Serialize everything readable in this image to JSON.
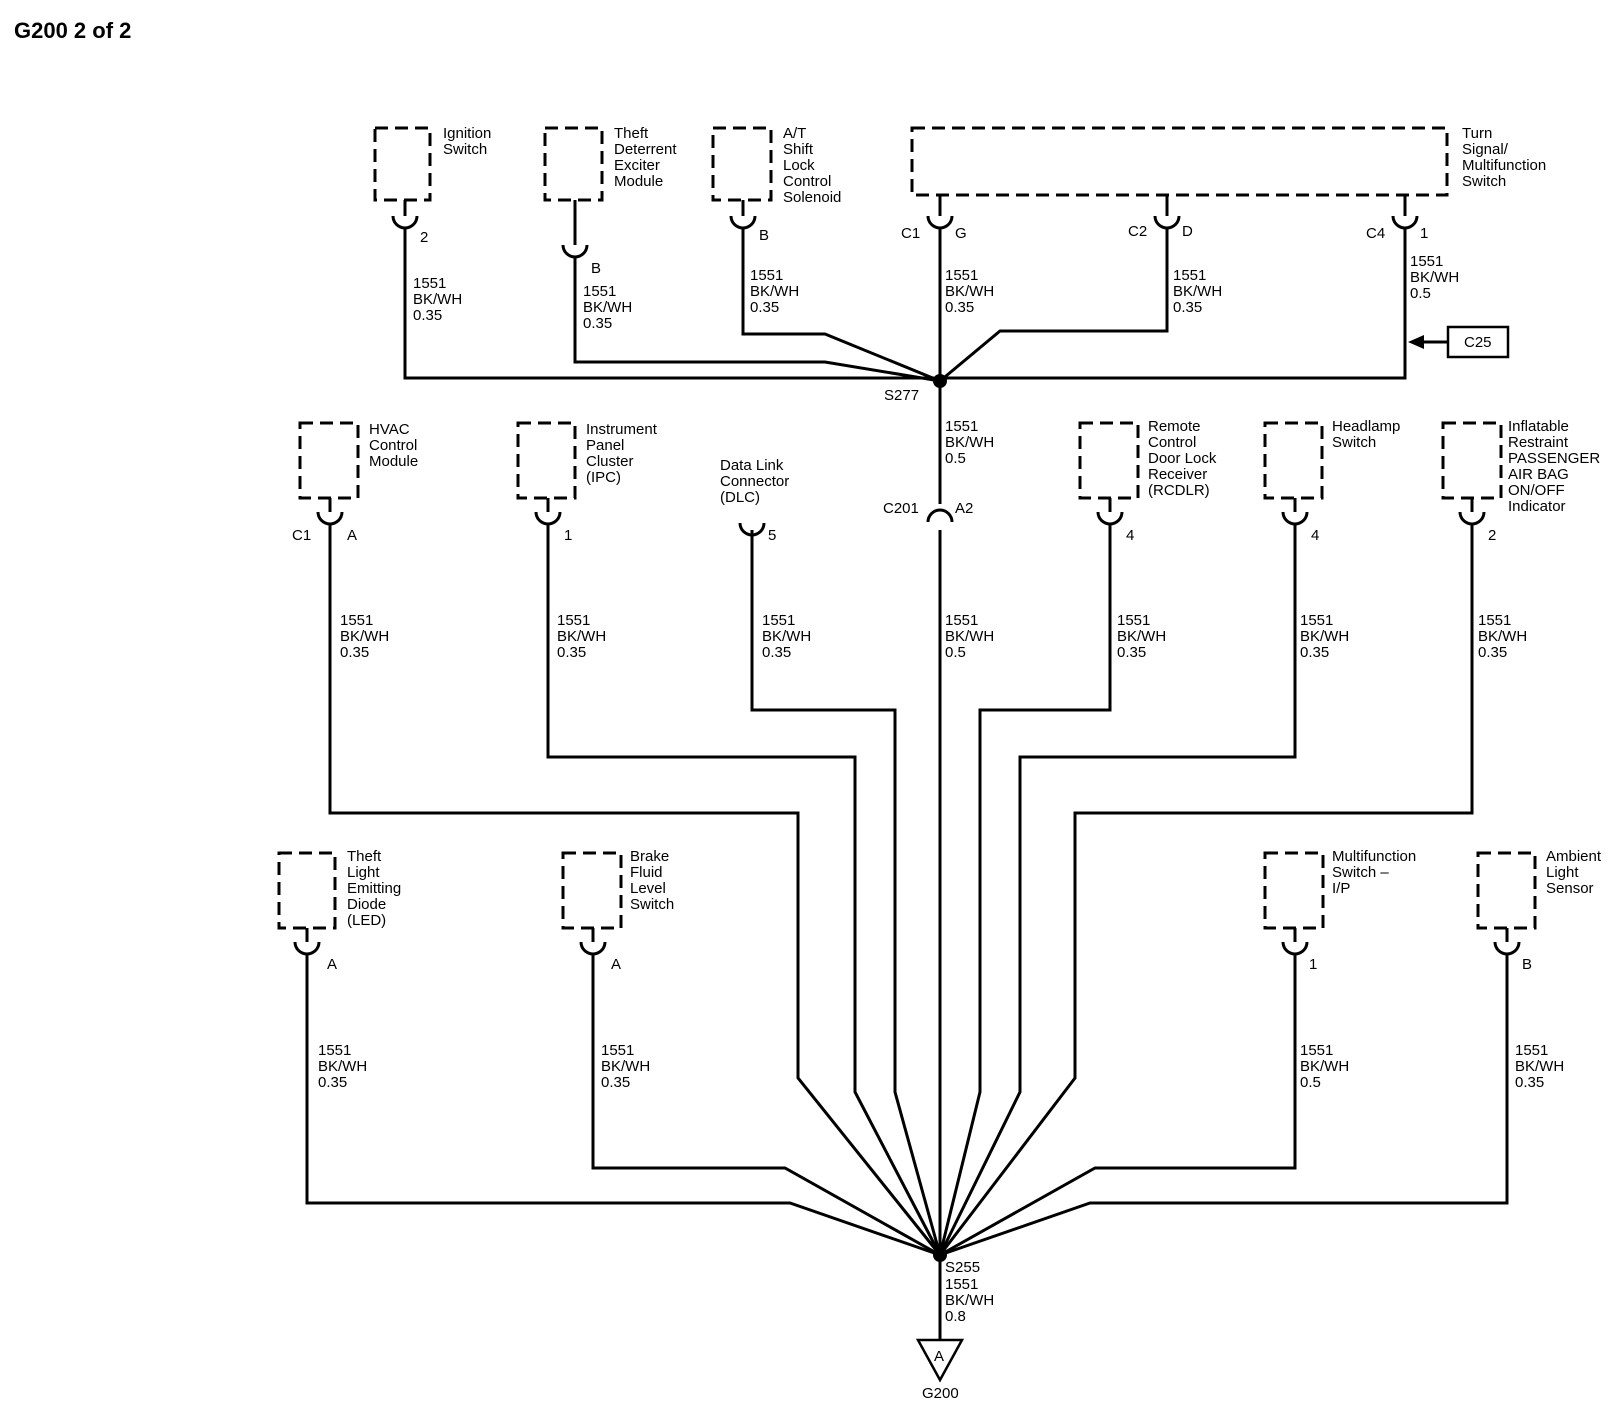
{
  "title": "G200 2 of 2",
  "components": [
    {
      "lines": [
        "Ignition",
        "Switch"
      ]
    },
    {
      "lines": [
        "Theft",
        "Deterrent",
        "Exciter",
        "Module"
      ]
    },
    {
      "lines": [
        "A/T",
        "Shift",
        "Lock",
        "Control",
        "Solenoid"
      ]
    },
    {
      "lines": [
        "Turn",
        "Signal/",
        "Multifunction",
        "Switch"
      ]
    },
    {
      "lines": [
        "HVAC",
        "Control",
        "Module"
      ]
    },
    {
      "lines": [
        "Instrument",
        "Panel",
        "Cluster",
        "(IPC)"
      ]
    },
    {
      "lines": [
        "Data Link",
        "Connector",
        "(DLC)"
      ]
    },
    {
      "lines": [
        "Remote",
        "Control",
        "Door Lock",
        "Receiver",
        "(RCDLR)"
      ]
    },
    {
      "lines": [
        "Headlamp",
        "Switch"
      ]
    },
    {
      "lines": [
        "Inflatable",
        "Restraint",
        "PASSENGER",
        "AIR BAG",
        "ON/OFF",
        "Indicator"
      ]
    },
    {
      "lines": [
        "Theft",
        "Light",
        "Emitting",
        "Diode",
        "(LED)"
      ]
    },
    {
      "lines": [
        "Brake",
        "Fluid",
        "Level",
        "Switch"
      ]
    },
    {
      "lines": [
        "Multifunction",
        "Switch –",
        "I/P"
      ]
    },
    {
      "lines": [
        "Ambient",
        "Light",
        "Sensor"
      ]
    }
  ],
  "pins": [
    "2",
    "B",
    "B",
    "G",
    "D",
    "1",
    "A",
    "1",
    "5",
    "4",
    "4",
    "2",
    "A",
    "A",
    "1",
    "B",
    "A2"
  ],
  "connectors": [
    "C1",
    "C2",
    "C4",
    "C1",
    "C201"
  ],
  "wires": [
    {
      "lines": [
        "1551",
        "BK/WH",
        "0.35"
      ]
    },
    {
      "lines": [
        "1551",
        "BK/WH",
        "0.35"
      ]
    },
    {
      "lines": [
        "1551",
        "BK/WH",
        "0.35"
      ]
    },
    {
      "lines": [
        "1551",
        "BK/WH",
        "0.35"
      ]
    },
    {
      "lines": [
        "1551",
        "BK/WH",
        "0.35"
      ]
    },
    {
      "lines": [
        "1551",
        "BK/WH",
        "0.5"
      ]
    },
    {
      "lines": [
        "1551",
        "BK/WH",
        "0.5"
      ]
    },
    {
      "lines": [
        "1551",
        "BK/WH",
        "0.35"
      ]
    },
    {
      "lines": [
        "1551",
        "BK/WH",
        "0.35"
      ]
    },
    {
      "lines": [
        "1551",
        "BK/WH",
        "0.35"
      ]
    },
    {
      "lines": [
        "1551",
        "BK/WH",
        "0.5"
      ]
    },
    {
      "lines": [
        "1551",
        "BK/WH",
        "0.35"
      ]
    },
    {
      "lines": [
        "1551",
        "BK/WH",
        "0.35"
      ]
    },
    {
      "lines": [
        "1551",
        "BK/WH",
        "0.35"
      ]
    },
    {
      "lines": [
        "1551",
        "BK/WH",
        "0.35"
      ]
    },
    {
      "lines": [
        "1551",
        "BK/WH",
        "0.35"
      ]
    },
    {
      "lines": [
        "1551",
        "BK/WH",
        "0.5"
      ]
    },
    {
      "lines": [
        "1551",
        "BK/WH",
        "0.35"
      ]
    },
    {
      "lines": [
        "1551",
        "BK/WH",
        "0.8"
      ]
    }
  ],
  "splices": [
    "S277",
    "S255"
  ],
  "ground": {
    "symbol": "A",
    "name": "G200"
  },
  "reference": "C25"
}
